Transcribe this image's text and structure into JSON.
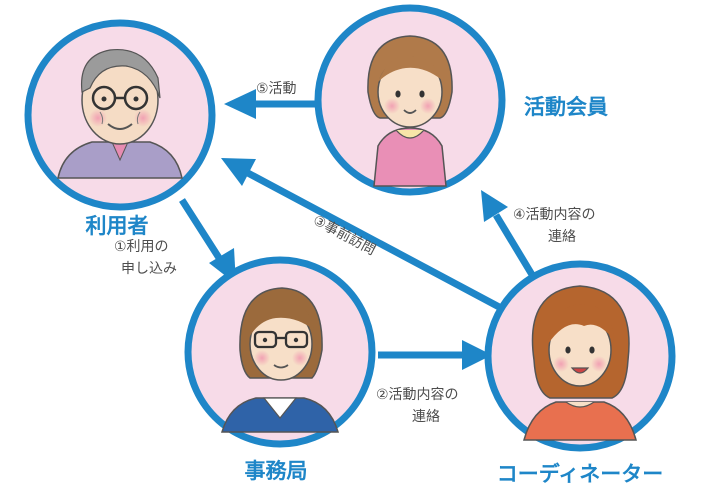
{
  "colors": {
    "circle_border": "#1e86c8",
    "circle_fill": "#f7dbe8",
    "arrow": "#1e86c8",
    "role_text": "#1e86c8",
    "step_text": "#4d4d4d"
  },
  "nodes": {
    "user": {
      "label": "利用者",
      "icon": "elderly-man-icon"
    },
    "member": {
      "label": "活動会員",
      "icon": "woman-apron-icon"
    },
    "office": {
      "label": "事務局",
      "icon": "woman-glasses-icon"
    },
    "coordinator": {
      "label": "コーディネーター",
      "icon": "woman-coordinator-icon"
    }
  },
  "steps": {
    "step1": {
      "line1": "①利用の",
      "line2": "申し込み"
    },
    "step2": {
      "line1": "②活動内容の",
      "line2": "連絡"
    },
    "step3": {
      "text": "③事前訪問"
    },
    "step4": {
      "line1": "④活動内容の",
      "line2": "連絡"
    },
    "step5": {
      "text": "⑤活動"
    }
  }
}
